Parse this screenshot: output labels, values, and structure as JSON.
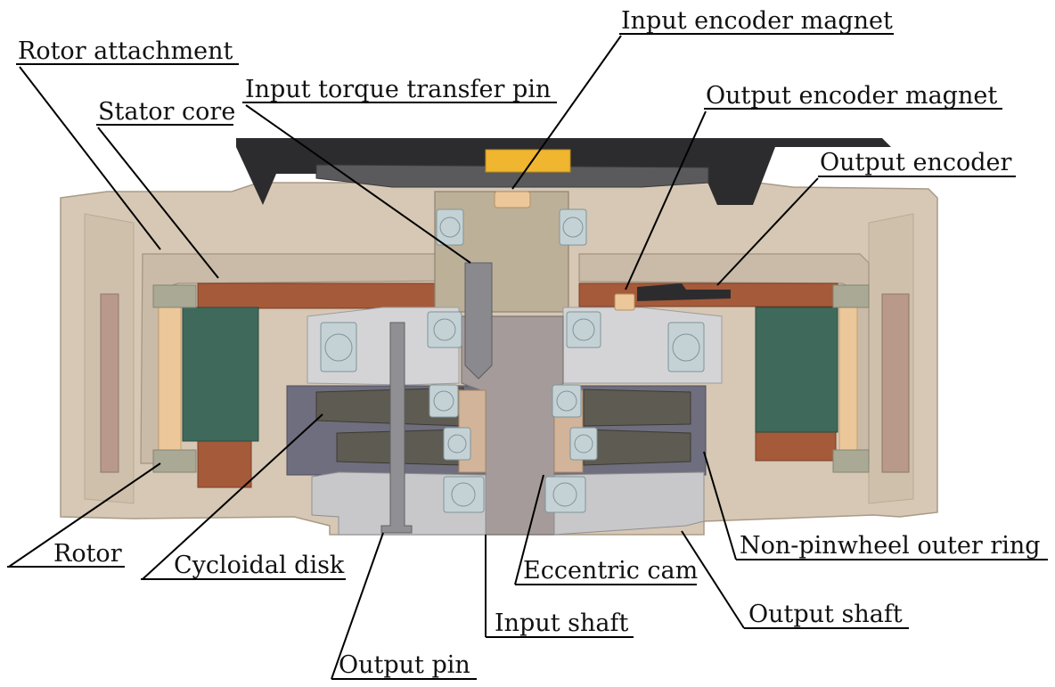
{
  "labels": {
    "rotor_attachment": "Rotor attachment",
    "stator_core": "Stator core",
    "input_torque_transfer_pin": "Input torque transfer pin",
    "input_encoder_magnet": "Input encoder magnet",
    "output_encoder_magnet": "Output encoder magnet",
    "output_encoder": "Output encoder",
    "rotor": "Rotor",
    "cycloidal_disk": "Cycloidal disk",
    "output_pin": "Output pin",
    "input_shaft": "Input shaft",
    "eccentric_cam": "Eccentric cam",
    "output_shaft": "Output shaft",
    "non_pinwheel_outer_ring": "Non-pinwheel outer ring"
  },
  "colors": {
    "housing": "#d6c8b5",
    "housing_dark": "#c6b7a2",
    "encoder_board": "#2c2c2e",
    "encoder_ring": "#5a5a5c",
    "stator_copper": "#a55a3a",
    "stator_green": "#3f6a5b",
    "rotor_magnet": "#ecc79a",
    "cycloid_dark": "#5e5b52",
    "pinwheel_ring": "#6e6e7e",
    "shaft_mauve": "#a59b9b",
    "bearing": "#c4d2d6",
    "output_shaft_grey": "#c8c8ca",
    "magnet_yellow": "#f0b62f",
    "pin_grey": "#8a8a8e"
  }
}
